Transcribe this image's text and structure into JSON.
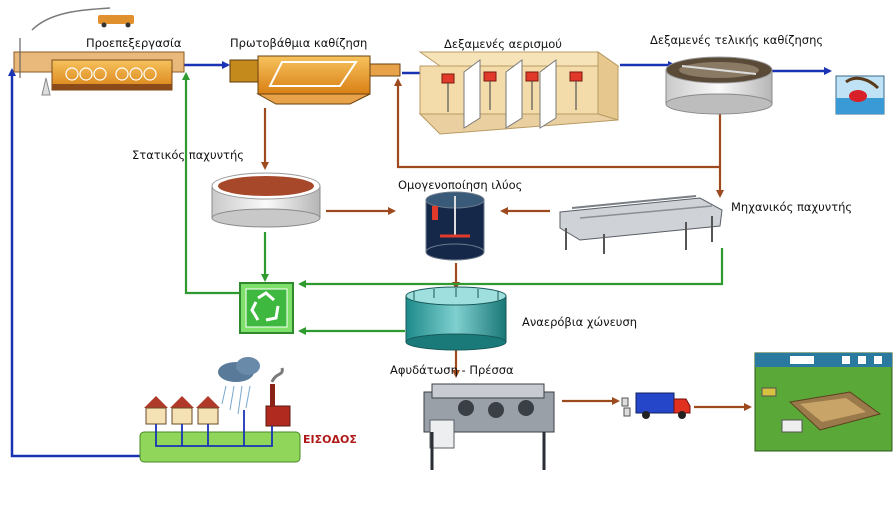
{
  "labels": {
    "pretreatment": "Προεπεξεργασία",
    "primary": "Πρωτοβάθμια καθίζηση",
    "aeration": "Δεξαμενές αερισμού",
    "final": "Δεξαμενές τελικής καθίζησης",
    "static_thickener": "Στατικός παχυντής",
    "homogenization": "Ομογενοποίηση ιλύος",
    "mech_thickener": "Μηχανικός παχυντής",
    "anaerobic": "Αναερόβια χώνευση",
    "dewatering": "Αφυδάτωση - Πρέσσα",
    "input": "ΕΙΣΟΔΟΣ"
  },
  "colors": {
    "water": "#1a33b5",
    "sludge": "#9e4a1f",
    "recycle": "#2f9a2f",
    "tank_orange": "#f0a030",
    "sludge_fill": "#a8482a"
  },
  "icons": [
    "truck-icon",
    "houses-icon",
    "rain-cloud-icon",
    "factory-icon",
    "recycle-icon",
    "crab-water-icon",
    "landfill-game-icon"
  ]
}
